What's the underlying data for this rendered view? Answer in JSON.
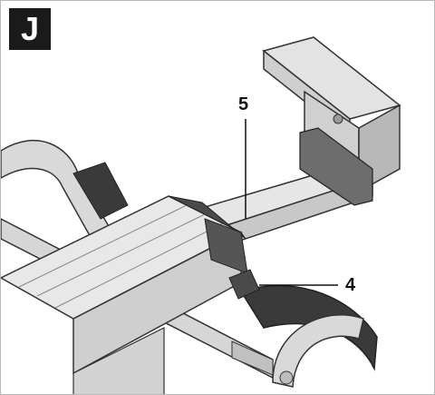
{
  "figure": {
    "label": "J",
    "callouts": [
      {
        "id": "5",
        "text": "5"
      },
      {
        "id": "4",
        "text": "4"
      }
    ]
  },
  "colors": {
    "metal_light": "#e3e3e3",
    "metal_mid": "#c4c4c4",
    "metal_dark": "#8c8c8c",
    "rubber": "#3a3a3a",
    "outline": "#333333"
  }
}
